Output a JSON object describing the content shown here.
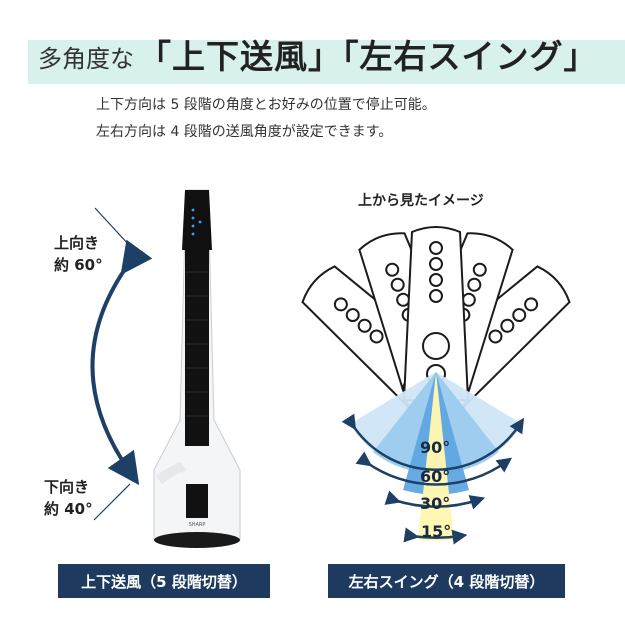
{
  "title": {
    "prefix": "多角度な",
    "main": "「上下送風」「左右スイング」"
  },
  "description": {
    "line1": "上下方向は 5 段階の角度とお好みの位置で停止可能。",
    "line2": "左右方向は 4 段階の送風角度が設定できます。"
  },
  "vertical": {
    "up_label_1": "上向き",
    "up_label_2": "約 60°",
    "down_label_1": "下向き",
    "down_label_2": "約 40°",
    "caption": "上下送風（5 段階切替）"
  },
  "horizontal": {
    "view_label": "上から見たイメージ",
    "angles": [
      "90°",
      "60°",
      "30°",
      "15°"
    ],
    "caption": "左右スイング（4 段階切替）"
  },
  "brand_text": "SHARP",
  "colors": {
    "accent_band": "#d9f1ec",
    "badge": "#1e3a5f",
    "arrow": "#1e3f66",
    "swing_90": "#cfe6f7",
    "swing_60": "#9ccbee",
    "swing_30": "#5fa6e0",
    "swing_15": "#fff7b0"
  }
}
